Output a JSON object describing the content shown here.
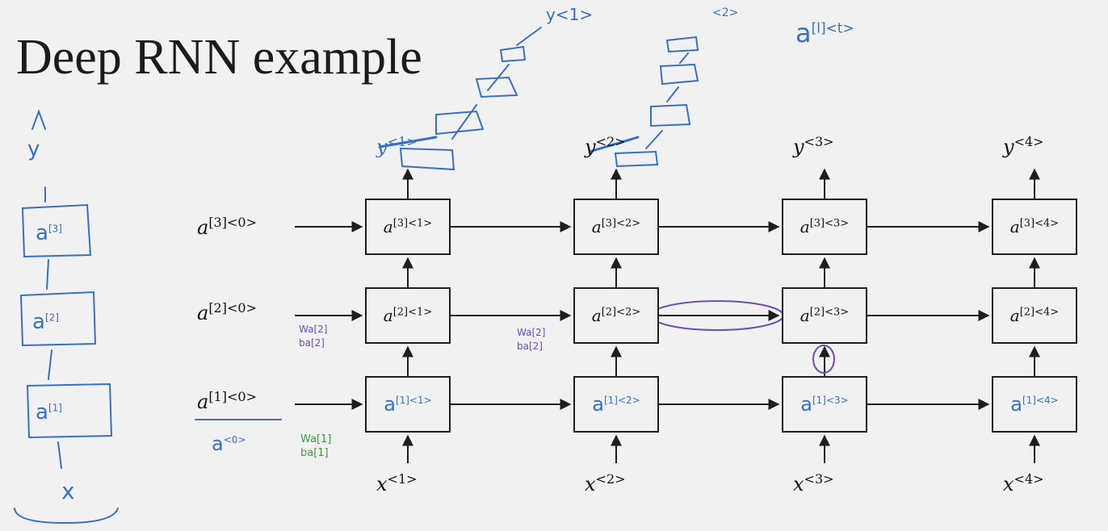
{
  "title": "Deep RNN example",
  "inits": [
    {
      "base": "a",
      "sup": "[3]<0>"
    },
    {
      "base": "a",
      "sup": "[2]<0>"
    },
    {
      "base": "a",
      "sup": "[1]<0>"
    }
  ],
  "cells": [
    [
      {
        "base": "a",
        "sup": "[3]<1>"
      },
      {
        "base": "a",
        "sup": "[3]<2>"
      },
      {
        "base": "a",
        "sup": "[3]<3>"
      },
      {
        "base": "a",
        "sup": "[3]<4>"
      }
    ],
    [
      {
        "base": "a",
        "sup": "[2]<1>"
      },
      {
        "base": "a",
        "sup": "[2]<2>"
      },
      {
        "base": "a",
        "sup": "[2]<3>"
      },
      {
        "base": "a",
        "sup": "[2]<4>"
      }
    ],
    [
      {
        "base": "a",
        "sup": "[1]<1>"
      },
      {
        "base": "a",
        "sup": "[1]<2>"
      },
      {
        "base": "a",
        "sup": "[1]<3>"
      },
      {
        "base": "a",
        "sup": "[1]<4>"
      }
    ]
  ],
  "inputs": [
    {
      "base": "x",
      "sup": "<1>"
    },
    {
      "base": "x",
      "sup": "<2>"
    },
    {
      "base": "x",
      "sup": "<3>"
    },
    {
      "base": "x",
      "sup": "<4>"
    }
  ],
  "outputs": [
    {
      "base": "y",
      "sup": "<1>"
    },
    {
      "base": "y",
      "sup": "<2>"
    },
    {
      "base": "y",
      "sup": "<3>"
    },
    {
      "base": "y",
      "sup": "<4>"
    }
  ],
  "annotations": {
    "top_notation": {
      "base": "a",
      "sup": "[l]<t>"
    },
    "a0": {
      "base": "a",
      "sup": "<0>"
    },
    "w_green": "Wa[1] ba[1]",
    "w_purple_1": "Wa[2] ba[2]",
    "w_purple_2": "Wa[2] ba[2]",
    "y1_hand": "y<1>",
    "y2_hand": "<2>",
    "left_stack": {
      "y": "y",
      "a3": {
        "base": "a",
        "sup": "[3]"
      },
      "a2": {
        "base": "a",
        "sup": "[2]"
      },
      "a1": {
        "base": "a",
        "sup": "[1]"
      },
      "x": "x"
    }
  },
  "colors": {
    "ink": "#1e1e1e",
    "blue_ink": "#3a6fbf",
    "purple_ink": "#6a4fb0",
    "green_ink": "#3d9a3d",
    "background": "#f1f1f1"
  }
}
